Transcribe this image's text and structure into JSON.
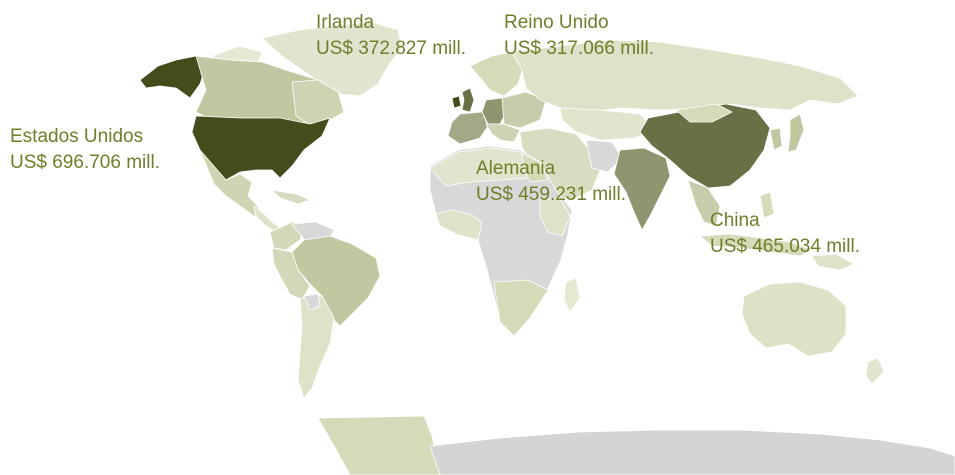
{
  "colors": {
    "label_text": "#6e7f2a",
    "darkest": "#454b1a",
    "dark": "#6a7046",
    "medium": "#8e9670",
    "light": "#c3c7a1",
    "lighter": "#d7dab9",
    "lightest": "#e6e8d2",
    "no_data": "#d8d8d8",
    "border": "#ffffff"
  },
  "labels": {
    "irlanda": {
      "country": "Irlanda",
      "value": "US$ 372.827 mill."
    },
    "reino_unido": {
      "country": "Reino Unido",
      "value": "US$ 317.066  mill."
    },
    "estados_unidos": {
      "country": "Estados Unidos",
      "value": "US$ 696.706 mill."
    },
    "alemania": {
      "country": "Alemania",
      "value": "US$ 459.231 mill."
    },
    "china": {
      "country": "China",
      "value": "US$ 465.034 mill."
    }
  }
}
